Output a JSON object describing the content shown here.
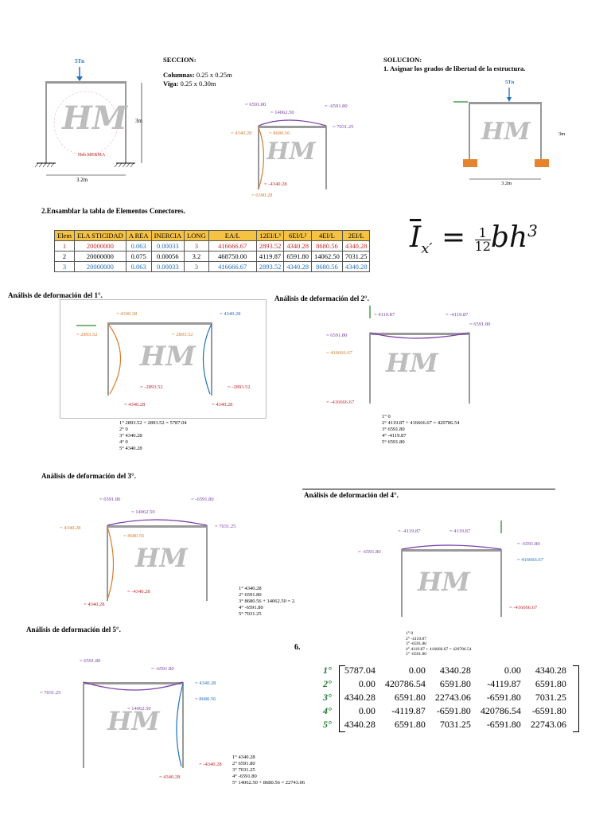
{
  "frame1": {
    "load": "5Tn",
    "height": "3m",
    "width": "3.2m",
    "wm_name": "Heb MERMA"
  },
  "seccion": {
    "title": "SECCION:",
    "col_label": "Columnas:",
    "col_val": "0.25 x 0.25m",
    "viga_label": "Viga:",
    "viga_val": "0.25 x 0.30m"
  },
  "sol": {
    "title": "SOLUCION:",
    "step": "1.    Asignar los grados de libertad de la estructura.",
    "load": "5Tn",
    "h": "3m",
    "w": "3.2m"
  },
  "diag0": {
    "m1": "= 6591.80",
    "m2": "= 14062.50",
    "m3": "= -6591.80",
    "m4": "= 4340.28",
    "m5": "= 8680.56",
    "m6": "= 7031.25",
    "m7": "= -4340.28",
    "m8": "= 6590.28"
  },
  "table_title": "2.Ensamblar la tabla de Elementos Conectores.",
  "table": {
    "headers": [
      "Elem",
      "ELA STICIDAD",
      "A REA",
      "INERCIA",
      "LONG",
      "EA/L",
      "12EI/L³",
      "6EI/L²",
      "4EI/L",
      "2EI/L"
    ],
    "rows": [
      [
        "1",
        "20000000",
        "0.063",
        "0.00033",
        "3",
        "416666.67",
        "2893.52",
        "4340.28",
        "8680.56",
        "4340.28"
      ],
      [
        "2",
        "20000000",
        "0.075",
        "0.00056",
        "3.2",
        "468750.00",
        "4119.87",
        "6591.80",
        "14062.50",
        "7031.25"
      ],
      [
        "3",
        "20000000",
        "0.063",
        "0.00033",
        "3",
        "416666.67",
        "2893.52",
        "4340.28",
        "8680.56",
        "4340.28"
      ]
    ]
  },
  "formula": {
    "lhs": "I",
    "sub": "x′",
    "eq": "=",
    "num": "1",
    "den": "12",
    "rhs": "bh",
    "exp": "3"
  },
  "a1": {
    "title": "Análisis de deformación del 1°.",
    "v1": "= 4340.28",
    "v2": "= 4340.28",
    "v3": "= 2893.52",
    "v4": "= 2893.52",
    "v5": "= -2893.52",
    "v6": "= -2893.52",
    "v7": "= 4340.28",
    "v8": "= 4340.28",
    "res": [
      "1°  2893.52  +  2893.52  =  5787.04",
      "2°      0",
      "3°  4340.28",
      "4°      0",
      "5°  4340.28"
    ]
  },
  "a2": {
    "title": "Análisis de deformación del 2°.",
    "v1": "= 4119.87",
    "v2": "= -4119.87",
    "v3": "= 6591.80",
    "v4": "= 6591.80",
    "v5": "= 416666.67",
    "v6": "= -416666.67",
    "res": [
      "1°      0",
      "2°  4119.87  + 416666.67 = 420786.54",
      "3°  6591.80",
      "4°  -4119.87",
      "5°  6591.80"
    ]
  },
  "a3": {
    "title": "Análisis de deformación del 3°.",
    "v1": "= 6591.80",
    "v2": "= 14062.50",
    "v3": "= -6591.80",
    "v4": "= 4340.28",
    "v5": "= 8680.56",
    "v6": "= 7031.25",
    "v7": "= -4340.28",
    "v8": "= 4340.28",
    "res": [
      "1°  4340.28",
      "2°  6591.80",
      "3°  8680.56  +  14062.50  =  2.",
      "4°  -6591.80",
      "5°  7031.25"
    ]
  },
  "a4": {
    "title": "Análisis de deformación del 4°.",
    "v1": "= -4119.87",
    "v2": "= 4119.87",
    "v3": "= -6591.80",
    "v4": "= -6591.80",
    "v5": "= 416666.67",
    "v6": "= -416666.67",
    "res": [
      "1°      0",
      "2°  -4119.87",
      "3°  -6591.80",
      "4°  4119.87 + 416666.67 = 420786.54",
      "5°  -6591.80"
    ]
  },
  "a5": {
    "title": "Análisis de deformación del 5°.",
    "v1": "= 6591.80",
    "v2": "= -6591.80",
    "v3": "= 4340.28",
    "v4": "= 7031.25",
    "v5": "= 14062.50",
    "v6": "= 8680.56",
    "v7": "= -4340.28",
    "v8": "= 4340.28",
    "res": [
      "1°  4340.28",
      "2°  6591.80",
      "3°  7031.25",
      "4°  -6591.80",
      "5°  14062.50  +  8680.56  = 22743.06"
    ]
  },
  "step6": "6.",
  "matrix": {
    "labels": [
      "1°",
      "2°",
      "3°",
      "4°",
      "5°"
    ],
    "rows": [
      [
        "5787.04",
        "0.00",
        "4340.28",
        "0.00",
        "4340.28"
      ],
      [
        "0.00",
        "420786.54",
        "6591.80",
        "-4119.87",
        "6591.80"
      ],
      [
        "4340.28",
        "6591.80",
        "22743.06",
        "-6591.80",
        "7031.25"
      ],
      [
        "0.00",
        "-4119.87",
        "-6591.80",
        "420786.54",
        "-6591.80"
      ],
      [
        "4340.28",
        "6591.80",
        "7031.25",
        "-6591.80",
        "22743.06"
      ]
    ]
  }
}
